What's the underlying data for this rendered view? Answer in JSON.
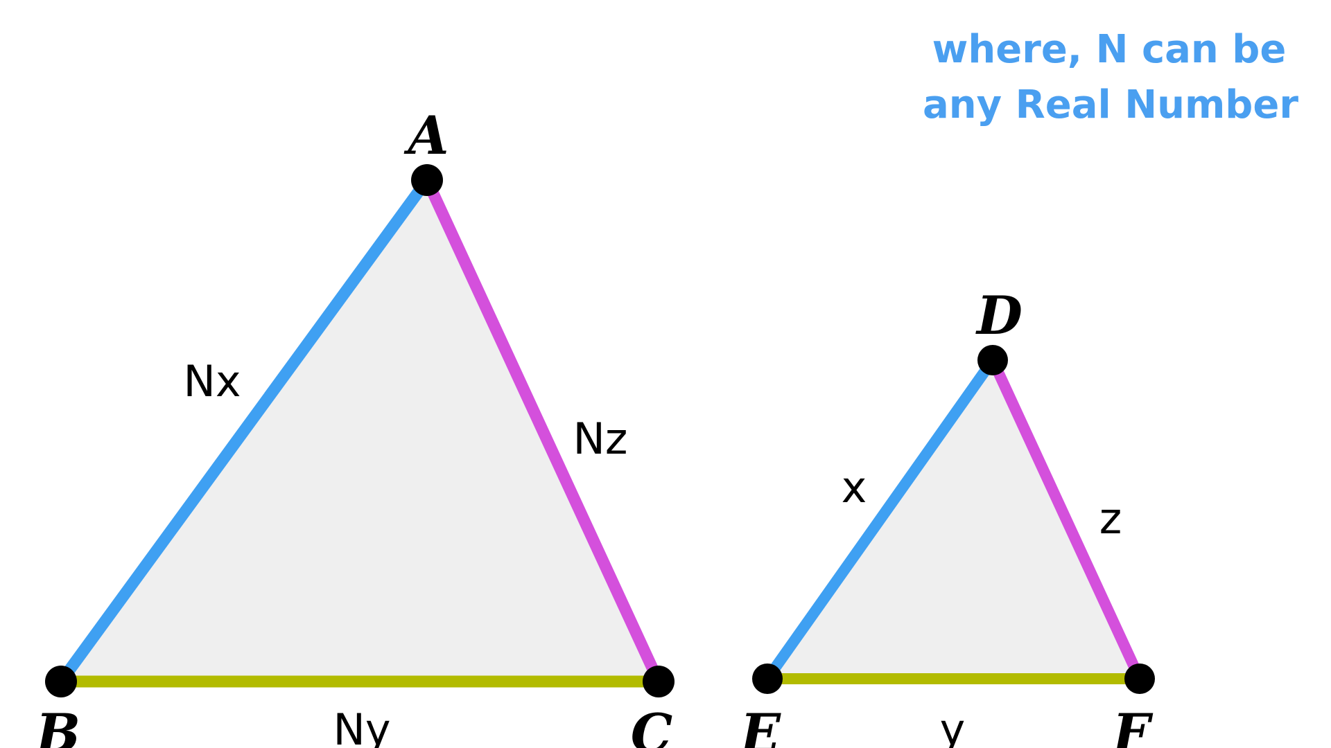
{
  "note": {
    "line1": "where, N can be",
    "line2": "any Real Number",
    "color": "#4a9ff0"
  },
  "colors": {
    "side_blue": "#3fa0f2",
    "side_magenta": "#d450dc",
    "side_olive": "#b2bb00",
    "fill": "#efefef",
    "vertex": "#000000"
  },
  "triangle_abc": {
    "vertices": {
      "a": "A",
      "b": "B",
      "c": "C"
    },
    "sides": {
      "ab": "Nx",
      "bc": "Ny",
      "ac": "Nz"
    }
  },
  "triangle_def": {
    "vertices": {
      "d": "D",
      "e": "E",
      "f": "F"
    },
    "sides": {
      "de": "x",
      "ef": "y",
      "df": "z"
    }
  }
}
